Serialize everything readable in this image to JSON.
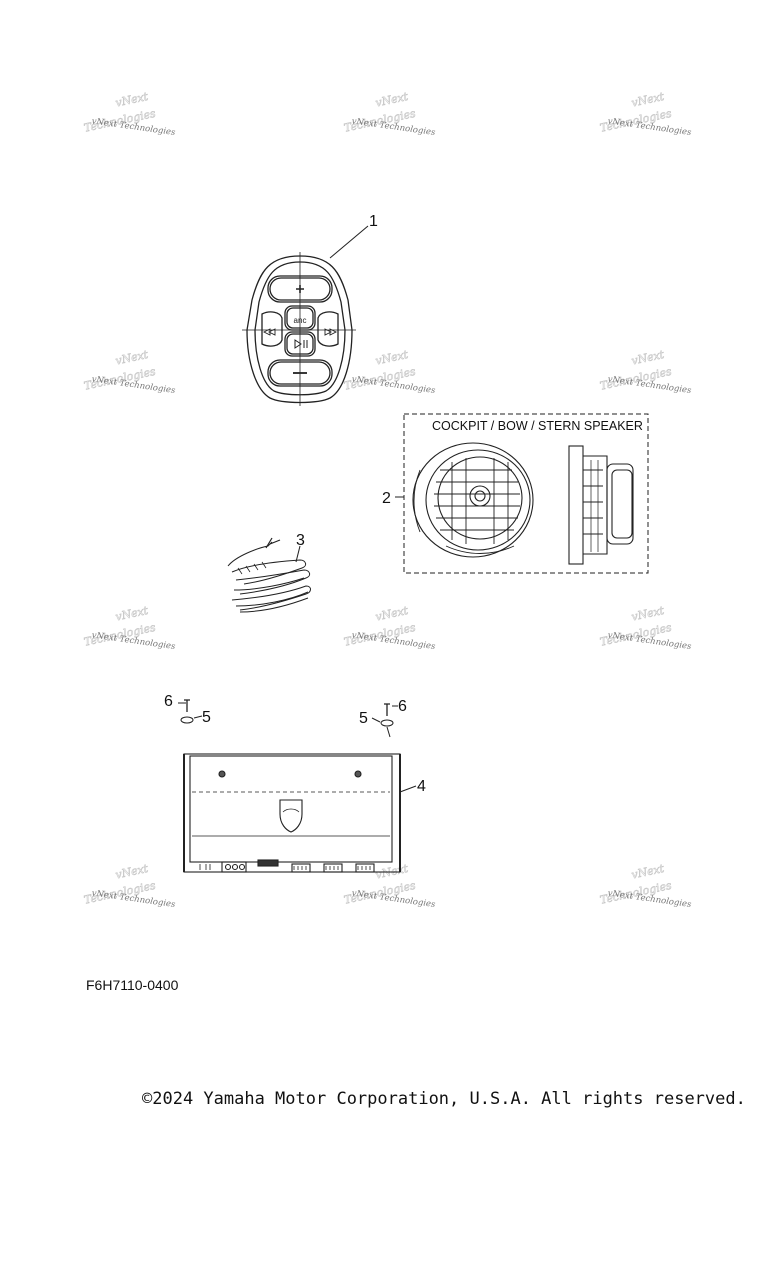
{
  "watermark": {
    "text": "vNext Technologies"
  },
  "callouts": {
    "c1": "1",
    "c2": "2",
    "c3": "3",
    "c4": "4",
    "c5a": "5",
    "c6a": "6",
    "c5b": "5",
    "c6b": "6"
  },
  "speaker_group": {
    "title": "COCKPIT / BOW / STERN SPEAKER"
  },
  "diagram_code": "F6H7110-0400",
  "copyright": "©2024 Yamaha Motor Corporation, U.S.A. All rights reserved."
}
